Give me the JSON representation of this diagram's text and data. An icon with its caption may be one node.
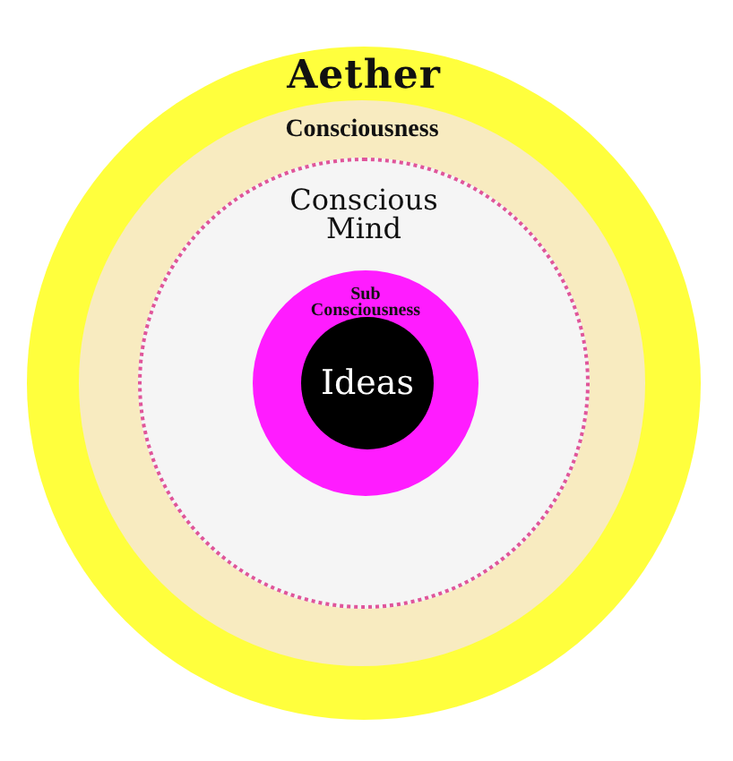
{
  "diagram": {
    "nodes": [
      {
        "text": [
          "Aether"
        ]
      },
      {
        "text": [
          "Consciousness"
        ],
        "in": 0
      },
      {
        "text": [
          "Conscious Mind"
        ],
        "in": 1
      },
      {
        "text": [
          "Sub Consciousness"
        ],
        "in": 2
      },
      {
        "text": [
          "Ideas"
        ],
        "in": 3
      }
    ]
  }
}
